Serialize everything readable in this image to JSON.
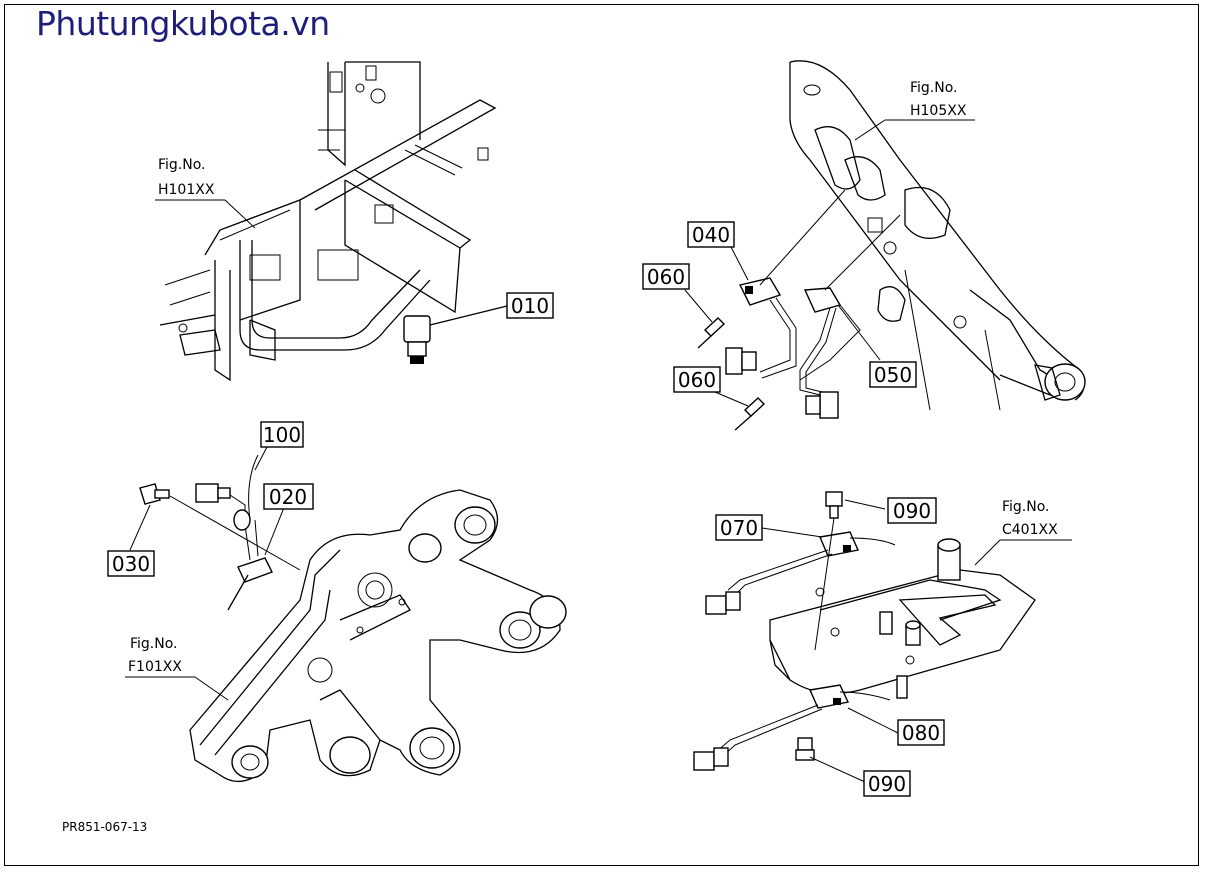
{
  "site_title": "Phutungkubota.vn",
  "colors": {
    "title": "#1d1d7a",
    "line": "#000000",
    "background": "#ffffff"
  },
  "figure_refs": [
    {
      "id": "fig-h101",
      "line1": "Fig.No.",
      "line2": "H101XX"
    },
    {
      "id": "fig-h105",
      "line1": "Fig.No.",
      "line2": "H105XX"
    },
    {
      "id": "fig-f101",
      "line1": "Fig.No.",
      "line2": "F101XX"
    },
    {
      "id": "fig-c401",
      "line1": "Fig.No.",
      "line2": "C401XX"
    }
  ],
  "part_labels": [
    "010",
    "020",
    "030",
    "040",
    "050",
    "060",
    "060",
    "070",
    "080",
    "090",
    "090",
    "100"
  ],
  "drawing_ref": "PR851-067-13"
}
